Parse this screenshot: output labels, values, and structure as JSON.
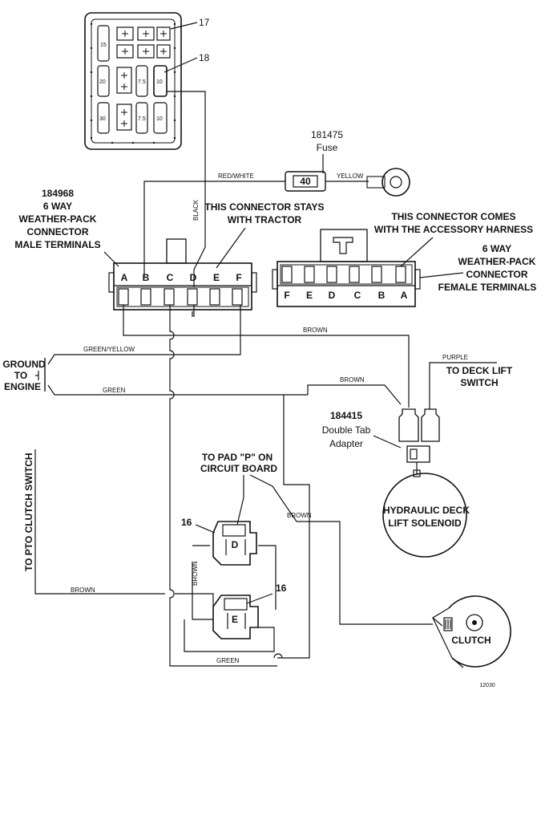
{
  "callouts": {
    "fuse_block": "17",
    "relay": "18",
    "module_d": "16",
    "module_e": "16"
  },
  "fuse": {
    "part": "181475",
    "label": "Fuse",
    "rating": "40"
  },
  "male_connector": {
    "part": "184968",
    "line1": "6 WAY",
    "line2": "WEATHER-PACK",
    "line3": "CONNECTOR",
    "line4": "MALE TERMINALS",
    "pins": [
      "A",
      "B",
      "C",
      "D",
      "E",
      "F"
    ]
  },
  "female_connector": {
    "line1": "6 WAY",
    "line2": "WEATHER-PACK",
    "line3": "CONNECTOR",
    "line4": "FEMALE TERMINALS",
    "pins": [
      "F",
      "E",
      "D",
      "C",
      "B",
      "A"
    ]
  },
  "notes": {
    "stays_line1": "THIS CONNECTOR STAYS",
    "stays_line2": "WITH TRACTOR",
    "comes_line1": "THIS CONNECTOR COMES",
    "comes_line2": "WITH THE ACCESSORY HARNESS"
  },
  "ground": {
    "line1": "GROUND",
    "line2": "TO",
    "line3": "ENGINE"
  },
  "adapter": {
    "part": "184415",
    "line1": "Double Tab",
    "line2": "Adapter"
  },
  "labels": {
    "deck_lift_1": "TO DECK LIFT",
    "deck_lift_2": "SWITCH",
    "pad_1": "TO PAD \"P\" ON",
    "pad_2": "CIRCUIT BOARD",
    "solenoid_1": "HYDRAULIC DECK",
    "solenoid_2": "LIFT SOLENOID",
    "clutch": "CLUTCH",
    "pto_switch": "TO PTO CLUTCH SWITCH",
    "module_d_letter": "D",
    "module_e_letter": "E",
    "figure_id": "12030"
  },
  "wires": {
    "red_white": "RED/WHITE",
    "yellow": "YELLOW",
    "black": "BLACK",
    "brown_top": "BROWN",
    "green_yellow": "GREEN/YELLOW",
    "green_ground": "GREEN",
    "brown_adapter": "BROWN",
    "purple": "PURPLE",
    "brown_pad": "BROWN",
    "brown_pto": "BROWN",
    "brown_vertical": "BROWN",
    "green_bottom": "GREEN"
  }
}
